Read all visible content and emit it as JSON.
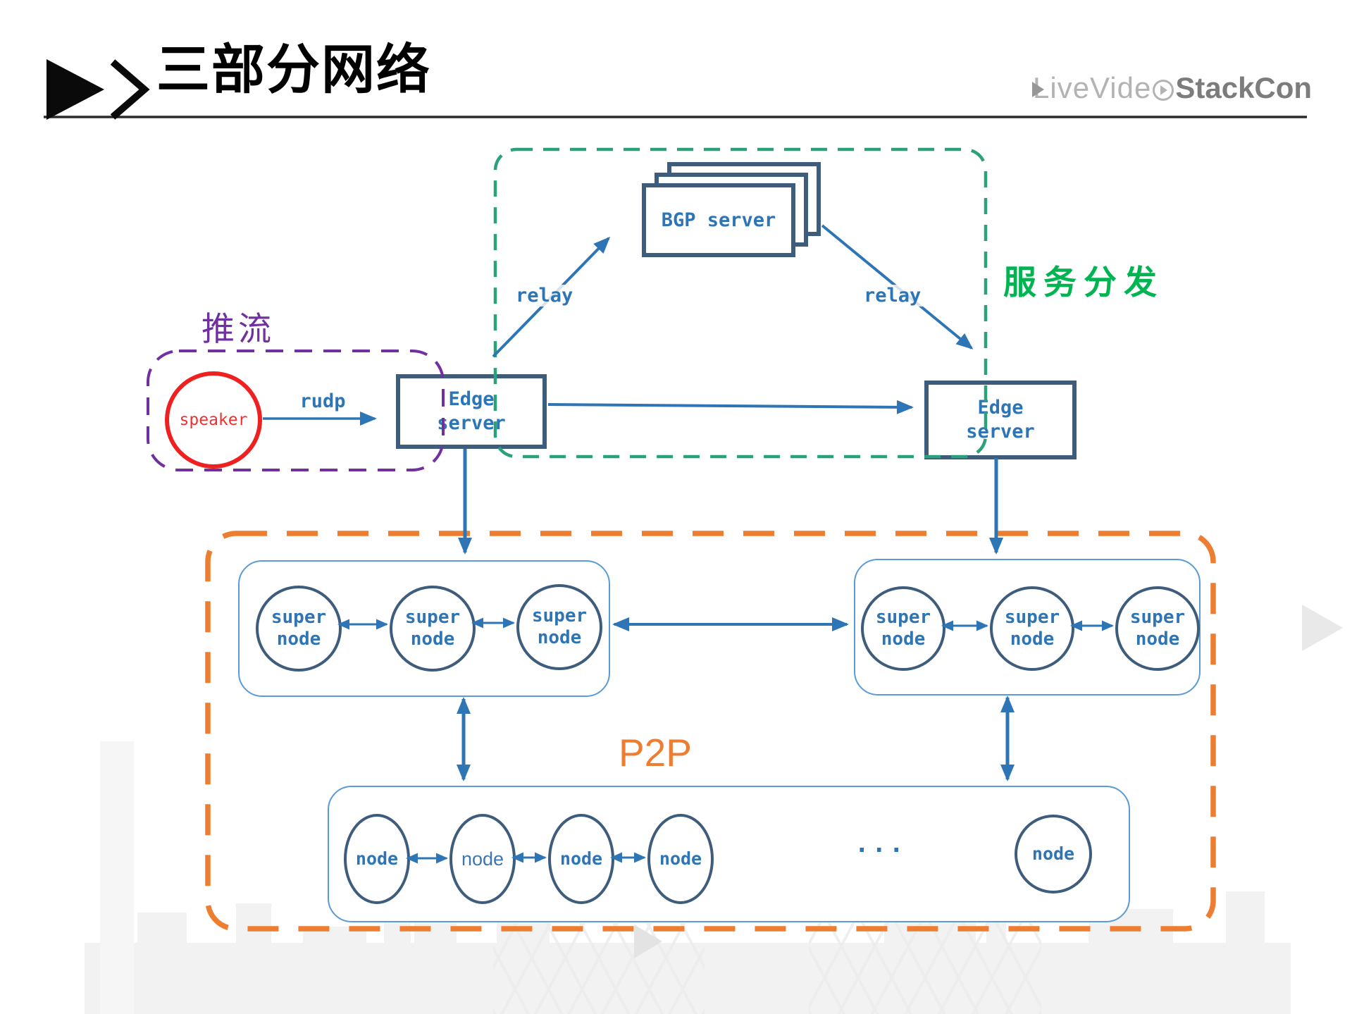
{
  "header": {
    "title": "三部分网络",
    "logo": {
      "part1": "LiveVide",
      "part2": "StackCon"
    }
  },
  "regions": {
    "push": {
      "label": "推流"
    },
    "distribution": {
      "label": "服务分发"
    },
    "p2p": {
      "label": "P2P"
    }
  },
  "labels": {
    "relay_left": "relay",
    "relay_right": "relay",
    "rudp": "rudp",
    "ellipsis": "..."
  },
  "nodes": {
    "speaker": "speaker",
    "bgp": "BGP server",
    "edge": {
      "line1": "Edge",
      "line2": "server"
    },
    "super": {
      "line1": "super",
      "line2": "node"
    },
    "node": "node"
  },
  "colors": {
    "box_border": "#3e5c7c",
    "label_blue": "#2e75b6",
    "arrow_blue": "#2e75b6",
    "green_dash": "#2aa17c",
    "green_text": "#00b551",
    "purple": "#7030a0",
    "orange": "#ed7d31",
    "cluster_blue": "#5b9bd5",
    "red": "#ef2020",
    "logo_gray_light": "#b3b3b3",
    "logo_gray_dark": "#7c7c7c"
  }
}
